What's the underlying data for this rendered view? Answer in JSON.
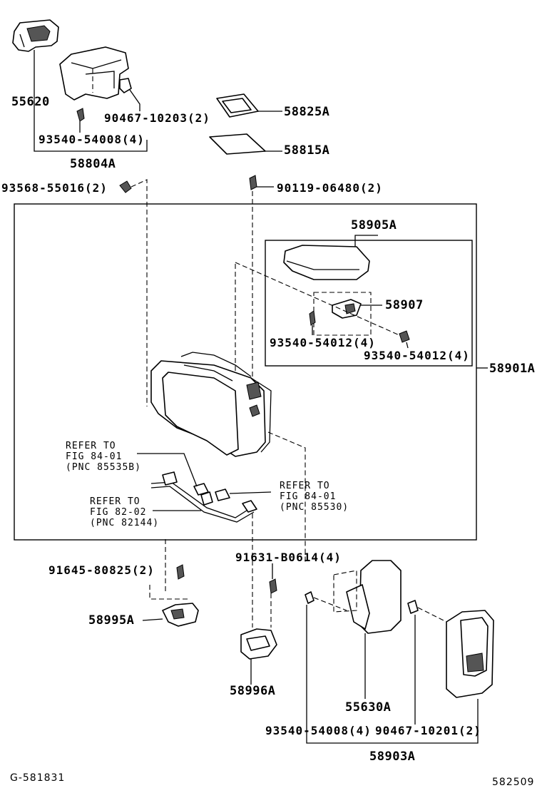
{
  "labels": {
    "p55620": "55620",
    "p58804A": "58804A",
    "p90467_10203": "90467-10203(2)",
    "p93540_54008a": "93540-54008(4)",
    "p58825A": "58825A",
    "p58815A": "58815A",
    "p93568_55016": "93568-55016(2)",
    "p90119_06480": "90119-06480(2)",
    "p58905A": "58905A",
    "p58907": "58907",
    "p93540_54012a": "93540-54012(4)",
    "p93540_54012b": "93540-54012(4)",
    "p58901A": "58901A",
    "p91645_80825": "91645-80825(2)",
    "p91631_B0614": "91631-B0614(4)",
    "p58995A": "58995A",
    "p58996A": "58996A",
    "p55630A": "55630A",
    "p93540_54008b": "93540-54008(4)",
    "p90467_10201": "90467-10201(2)",
    "p58903A": "58903A"
  },
  "references": {
    "ref1": [
      "REFER TO",
      "FIG 84-01",
      "(PNC 85535B)"
    ],
    "ref2": [
      "REFER TO",
      "FIG 84-01",
      "(PNC 85530)"
    ],
    "ref3": [
      "REFER TO",
      "FIG 82-02",
      "(PNC 82144)"
    ]
  },
  "footer": {
    "left_code": "G-581831",
    "right_code": "582509"
  }
}
